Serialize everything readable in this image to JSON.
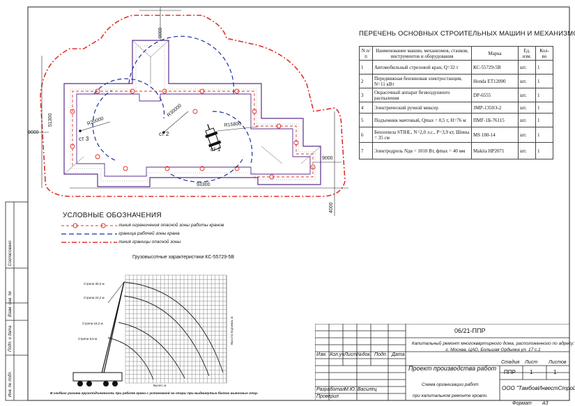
{
  "list_title": "ПЕРЕЧЕНЬ ОСНОВНЫХ СТРОИТЕЛЬНЫХ МАШИН И МЕХАНИЗМОВ",
  "table": {
    "headers": [
      "N п/п",
      "Наименование машин, механизмов, станков, инструментов и оборудования",
      "Марка",
      "Ед. изм.",
      "Кол-во"
    ],
    "rows": [
      [
        "1",
        "Автомобильный стреловой кран, Q=32 т",
        "КС-55729-5В",
        "шт.",
        "1"
      ],
      [
        "2",
        "Передвижная бензиновая электростанция, N=11 кВт",
        "Honda ET12000",
        "шт.",
        "1"
      ],
      [
        "3",
        "Окрасочный аппарат безвоздушного распыления",
        "DP-6555",
        "шт.",
        "1"
      ],
      [
        "4",
        "Электрический ручной миксер",
        "ЗМР-1350Э-2",
        "шт.",
        "1"
      ],
      [
        "5",
        "Подъемник мачтовый, Qmax = 0,5 т, H=76 м",
        "ПМГ-1Б-76115",
        "шт.",
        "1"
      ],
      [
        "6",
        "Бензопила STIHL, N=2,0 л.с., P=3,9 кт, Шины = 35 см",
        "MS 180-14",
        "шт.",
        "1"
      ],
      [
        "7",
        "Электродрель Nдв = 1010 Вт, фmax = 40 мм",
        "Makita HP2071",
        "шт.",
        "1"
      ]
    ]
  },
  "plan": {
    "dims": {
      "top": "9000",
      "left": "51300",
      "left_outer": "9000",
      "right": "9000",
      "bottom": "93300",
      "bottom_right": "4000"
    },
    "radii": {
      "r1": "R20000",
      "r2": "R30000",
      "r3": "R15800"
    },
    "stations": {
      "s1": "ст 1",
      "s2": "ст 2",
      "s3": "ст 3"
    }
  },
  "legend": {
    "title": "УСЛОВНЫЕ ОБОЗНАЧЕНИЯ",
    "items": [
      {
        "text": "линия ограничения опасной зоны работы кранов",
        "color": "#e0302a"
      },
      {
        "text": "граница рабочей зоны крана",
        "color": "#1a2fa0"
      },
      {
        "text": "линия границы опасной зоны",
        "color": "#e0302a"
      }
    ]
  },
  "chart_title": "Грузовысотные характеристики КС-55729-5В",
  "booms": [
    "Стрела 30,2 м",
    "Стрела 24,2 м",
    "Стрела 16,2 м",
    "Стрела 9,6 м"
  ],
  "chart_xlabel": "Вылет, м",
  "chart_ylabel": "Высота подъема, м",
  "chart_note": "В скобках указана грузоподъемность при работе крана с установкой на опоры при выдвинутых балках выносных опор.",
  "left_strip": [
    "Инв. № подл.",
    "Подп. и дата",
    "Взам. инв. №",
    "Согласовано"
  ],
  "title_block": {
    "code": "06/21-ППР",
    "address": "Капитальный ремонт многоквартирного дома, расположенного по адресу: г. Москва, ЦАО, Большая Ордынка ул. 17 с.1",
    "header_cols": [
      "Изм.",
      "Кол.уч",
      "Лист",
      "№док.",
      "Подп.",
      "Дата"
    ],
    "project": "Проект производства работ",
    "stage_label": "Стадия",
    "sheet_label": "Лист",
    "sheets_label": "Листов",
    "stage": "ППР",
    "sheet": "1",
    "sheets": "1",
    "drawing_name_1": "Схема организации работ",
    "drawing_name_2": "при капитальном ремонте кровли",
    "org": "ООО \"ТамбовИнвестСтрой\"",
    "developed_label": "Разработал",
    "developed_name": "М.Ю. Василец",
    "checked_label": "Проверил",
    "format_label": "Формат",
    "format": "А3"
  }
}
